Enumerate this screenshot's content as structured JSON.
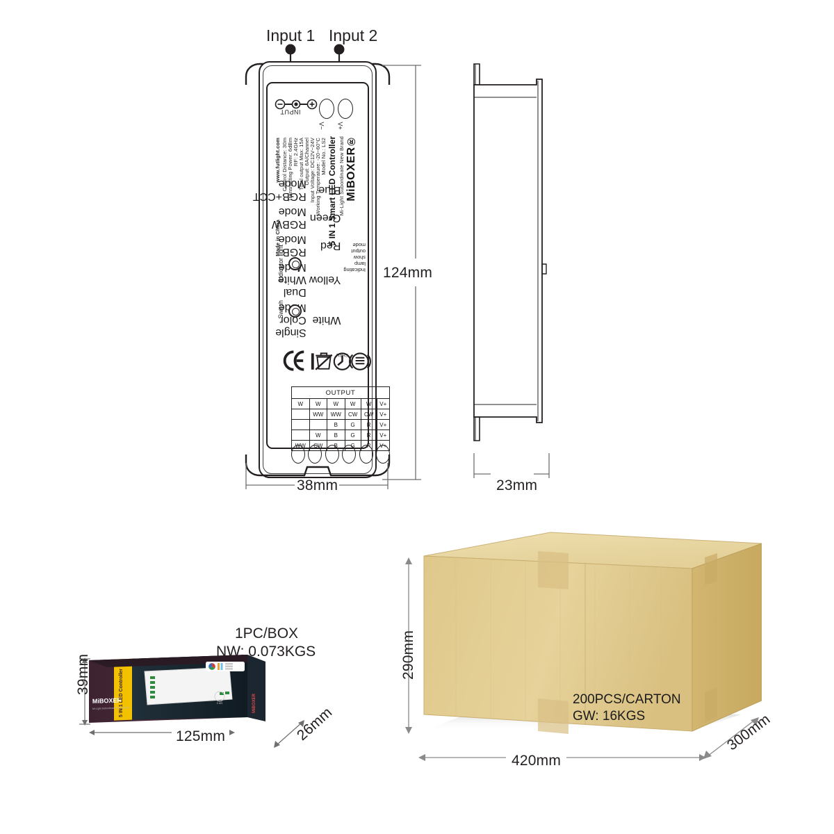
{
  "front_view": {
    "callouts": [
      {
        "label": "Input 1"
      },
      {
        "label": "Input 2"
      }
    ],
    "input_label": "INPUT",
    "terminals": [
      {
        "label": "V−"
      },
      {
        "label": "V+"
      }
    ],
    "brand": "MiBOXER",
    "brand_registered": "®",
    "brand_sub": "Mi-Light Subordinate New Brand",
    "product_title": "5 IN 1 Smart LED Controller",
    "specs": [
      "Model No.: LS2",
      "Working Temperature: -20~60°C",
      "Input Voltage: DC12V~24V",
      "Output: 6A/Channel",
      "Total output Max: 15A",
      "RF: 2.4GHz",
      "Transmitting Power: 6dBm",
      "Control Distance: 30m"
    ],
    "website": "www.futlight.com",
    "origin": "Made in China",
    "mode_table": {
      "header": "Indicating lamp\nshow output mode",
      "header_line1": "Indicating lamp",
      "header_line2": "show output mode",
      "rows": [
        {
          "color": "White",
          "mode": "Single Color Mode"
        },
        {
          "color": "Yellow",
          "mode": "Dual White Mode"
        },
        {
          "color": "Red",
          "mode": "RGB Mode"
        },
        {
          "color": "Green",
          "mode": "RGBW Mode"
        },
        {
          "color": "Blue",
          "mode": "RGB+CCT Mode"
        }
      ]
    },
    "indicator_label": "Indicator light",
    "switch_label": "Switch",
    "certifications": [
      "ce-mark",
      "weee-crossed-bin-icon",
      "rohs-icon",
      "recycle-icon"
    ],
    "output_table": {
      "title": "OUTPUT",
      "rows": [
        [
          "W",
          "W",
          "W",
          "W",
          "W",
          "V+"
        ],
        [
          "",
          "WW",
          "WW",
          "CW",
          "CW",
          "V+"
        ],
        [
          "",
          "",
          "B",
          "G",
          "R",
          "V+"
        ],
        [
          "",
          "W",
          "B",
          "G",
          "R",
          "V+"
        ],
        [
          "WW",
          "CW",
          "B",
          "G",
          "R",
          "V+"
        ]
      ]
    },
    "dimensions": {
      "height": "124mm",
      "width": "38mm"
    }
  },
  "side_view": {
    "dimensions": {
      "thickness": "23mm"
    }
  },
  "retail_box": {
    "notes": [
      "1PC/BOX",
      "NW: 0.073KGS"
    ],
    "brand": "MiBOXER",
    "product_title": "5 IN 1 LED Controller",
    "dimensions": {
      "length": "125mm",
      "height": "39mm",
      "depth": "26mm"
    }
  },
  "carton": {
    "labels": [
      "200PCS/CARTON",
      "GW: 16KGS"
    ],
    "dimensions": {
      "width": "420mm",
      "height": "290mm",
      "depth": "300mm"
    }
  },
  "colors": {
    "line": "#231f20",
    "dimension_line": "#6f6f6f",
    "carton_front": "#e0c98a",
    "carton_side": "#d4ba76",
    "carton_top": "#eadca8",
    "box_dark": "#3d2230",
    "box_yellow": "#f2c200",
    "box_teal": "#17222b"
  }
}
